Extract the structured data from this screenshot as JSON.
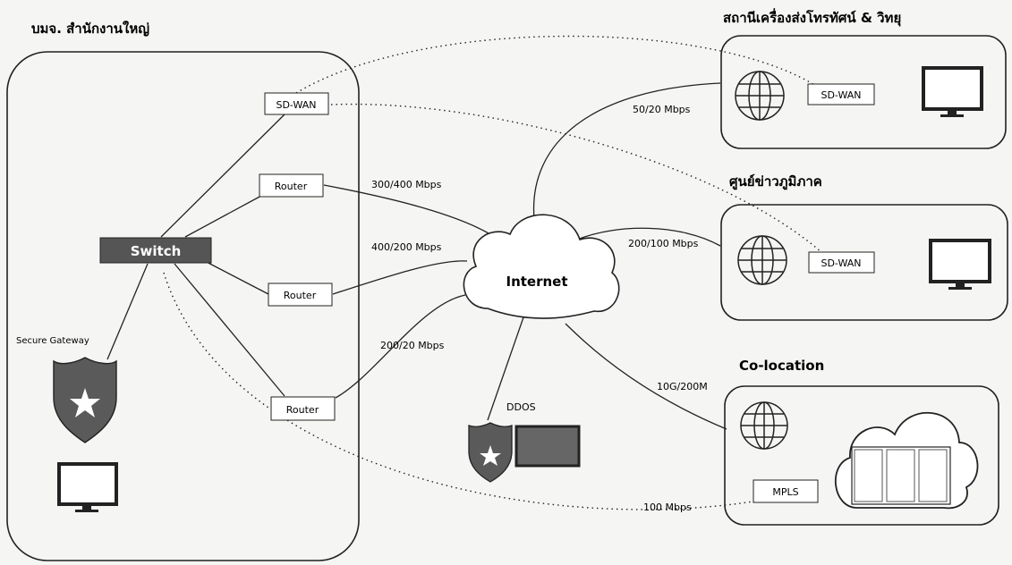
{
  "hq": {
    "title": "บมจ. สำนักงานใหญ่",
    "sdwan": "SD-WAN",
    "switch": "Switch",
    "routers": [
      "Router",
      "Router",
      "Router"
    ],
    "secure_gateway": "Secure Gateway"
  },
  "internet": {
    "label": "Internet"
  },
  "ddos": {
    "label": "DDOS"
  },
  "sites": {
    "broadcast": {
      "title": "สถานีเครื่องส่งโทรทัศน์ & วิทยุ",
      "sdwan": "SD-WAN"
    },
    "regional": {
      "title": "ศูนย์ข่าวภูมิภาค",
      "sdwan": "SD-WAN"
    },
    "colocation": {
      "title": "Co-location",
      "mpls": "MPLS"
    }
  },
  "links": {
    "router1_internet": "300/400 Mbps",
    "router2_internet": "400/200 Mbps",
    "router3_internet": "200/20 Mbps",
    "internet_broadcast": "50/20 Mbps",
    "internet_regional": "200/100 Mbps",
    "internet_colocation": "10G/200M",
    "hq_colocation_mpls": "100 Mbps"
  },
  "colors": {
    "switch_fill": "#555555",
    "shield_fill": "#5a5a5a",
    "line": "#222222"
  }
}
